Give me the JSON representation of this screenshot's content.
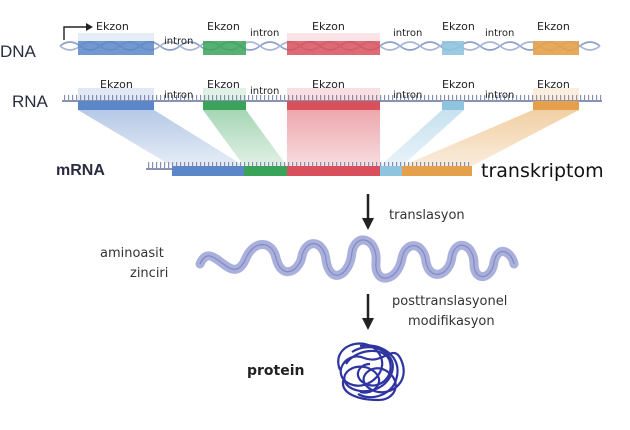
{
  "rows": {
    "dna": "DNA",
    "rna": "RNA",
    "mrna": "mRNA"
  },
  "exon_label": "Ekzon",
  "intron_label": "intron",
  "exon_colors": {
    "blue": "#5b86c8",
    "green": "#3aa35a",
    "red": "#d8505c",
    "lightblue": "#8ec4de",
    "orange": "#e4a04a"
  },
  "transcriptome_label": "transkriptom",
  "translation_label": "translasyon",
  "aminoacid_label_line1": "aminoasit",
  "aminoacid_label_line2": "zinciri",
  "posttranslational_line1": "posttranslasyonel",
  "posttranslational_line2": "modifikasyon",
  "protein_label": "protein"
}
